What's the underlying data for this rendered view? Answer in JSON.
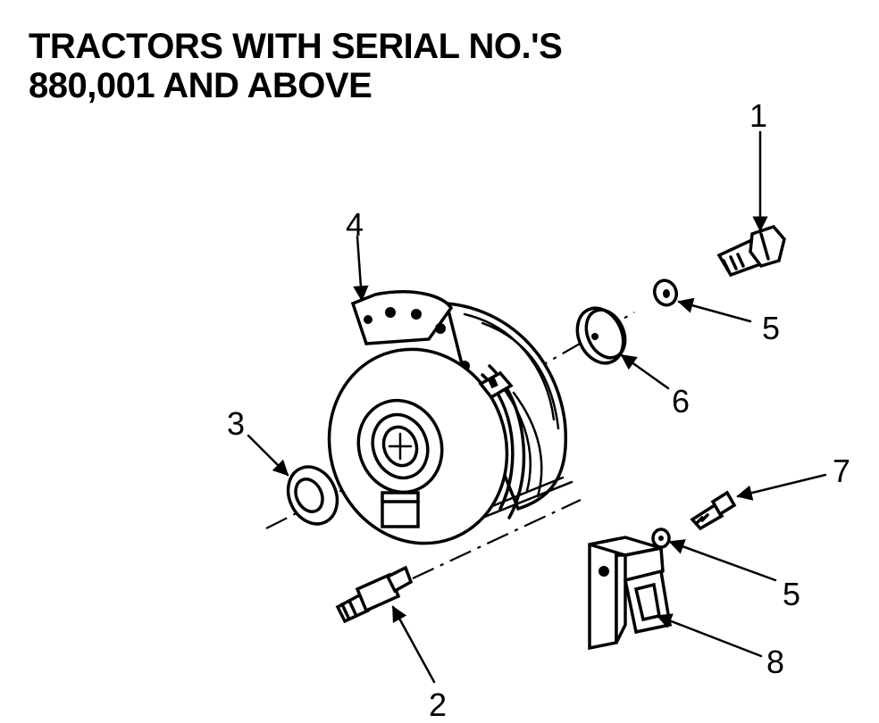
{
  "title": {
    "line1": "TRACTORS WITH SERIAL NO.'S",
    "line2": "880,001 AND ABOVE"
  },
  "callouts": {
    "c1": "1",
    "c2": "2",
    "c3": "3",
    "c4": "4",
    "c5a": "5",
    "c5b": "5",
    "c6": "6",
    "c7": "7",
    "c8": "8"
  },
  "parts": [
    {
      "id": "1",
      "icon": "bolt-icon"
    },
    {
      "id": "2",
      "icon": "stud-icon"
    },
    {
      "id": "3",
      "icon": "bearing-washer-icon"
    },
    {
      "id": "4",
      "icon": "electric-clutch-icon"
    },
    {
      "id": "5",
      "icon": "lock-washer-icon"
    },
    {
      "id": "6",
      "icon": "flat-washer-icon"
    },
    {
      "id": "7",
      "icon": "screw-icon"
    },
    {
      "id": "8",
      "icon": "bracket-icon"
    }
  ]
}
